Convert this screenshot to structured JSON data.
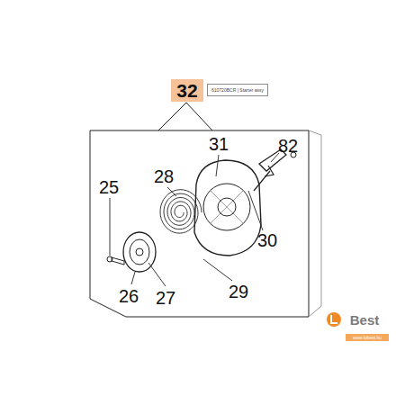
{
  "diagram": {
    "nodes": [
      {
        "text": [
          "32"
        ]
      },
      {
        "text": [
          "610720BCR | Starter assy"
        ]
      }
    ],
    "labels": [
      "31",
      "82",
      "28",
      "25",
      "30",
      "26",
      "27",
      "29",
      "Best",
      "www.lobest.hu"
    ]
  }
}
